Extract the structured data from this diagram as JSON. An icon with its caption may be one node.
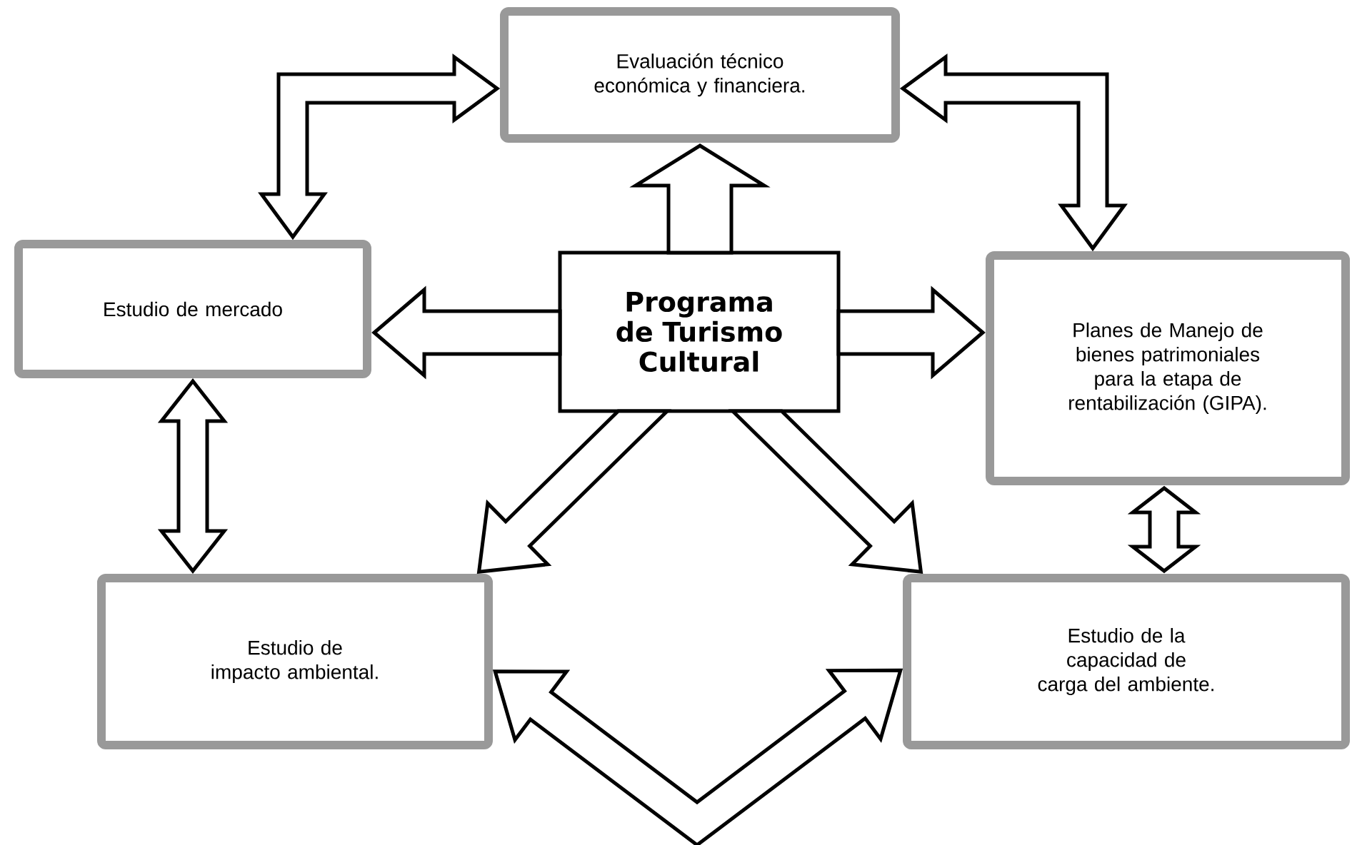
{
  "diagram": {
    "nodes": [
      {
        "text": [
          "Evaluación técnico económica y financiera."
        ]
      },
      {
        "text": [
          "Estudio de mercado"
        ]
      },
      {
        "text": [
          "Programa de Turismo Cultural"
        ]
      },
      {
        "text": [
          "Planes de Manejo de bienes patrimoniales para la etapa de rentabilización (GIPA)."
        ]
      },
      {
        "text": [
          "Estudio de impacto ambiental."
        ]
      },
      {
        "text": [
          "Estudio de la capacidad de carga del ambiente."
        ]
      }
    ],
    "edges": [
      {
        "from": 1,
        "to": 0,
        "arrow": "both"
      },
      {
        "from": 0,
        "to": 3,
        "arrow": "both"
      },
      {
        "from": 2,
        "to": 0,
        "arrow": "to"
      },
      {
        "from": 2,
        "to": 1,
        "arrow": "to"
      },
      {
        "from": 2,
        "to": 3,
        "arrow": "to"
      },
      {
        "from": 2,
        "to": 4,
        "arrow": "to"
      },
      {
        "from": 2,
        "to": 5,
        "arrow": "to"
      },
      {
        "from": 1,
        "to": 4,
        "arrow": "both"
      },
      {
        "from": 3,
        "to": 5,
        "arrow": "both"
      },
      {
        "from": 4,
        "to": 5,
        "arrow": "both"
      }
    ]
  }
}
